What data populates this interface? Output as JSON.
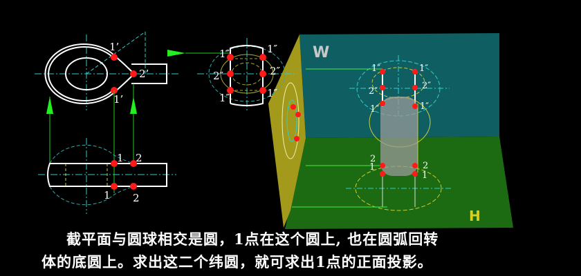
{
  "caption": {
    "line1": "截平面与圆球相交是圆，1点在这个圆上, 也在圆弧回转",
    "line2": "体的底圆上。求出这二个纬圆，就可求出1点的正面投影。"
  },
  "top_view_labels": {
    "p1_upper": "1’",
    "p1_lower": "1’",
    "p2": "2’"
  },
  "front_view_labels": {
    "p1_upper": "1",
    "p2_upper": "2",
    "p1_lower": "1",
    "p2_lower": "2"
  },
  "side_view_labels": {
    "p1_tl": "1″",
    "p1_tr": "1″",
    "p2_l": "2″",
    "p2_r": "2″",
    "p1_bl": "1″",
    "p1_br": "1″"
  },
  "model_3d": {
    "plane_w": "W",
    "plane_h": "H",
    "labels": {
      "a": "1″",
      "b": "1″",
      "c": "2″",
      "d": "2″",
      "e": "1″",
      "f": "1″",
      "g": "1",
      "h": "2",
      "i": "1",
      "j": "2"
    }
  },
  "colors": {
    "point": "#ff1a1a",
    "centerline": "#33cccc",
    "projection": "#22cc22",
    "outline": "#ffffff",
    "w_plane": "#0f5f62",
    "h_plane": "#1c6b12",
    "v_plane": "#a39a1c"
  }
}
